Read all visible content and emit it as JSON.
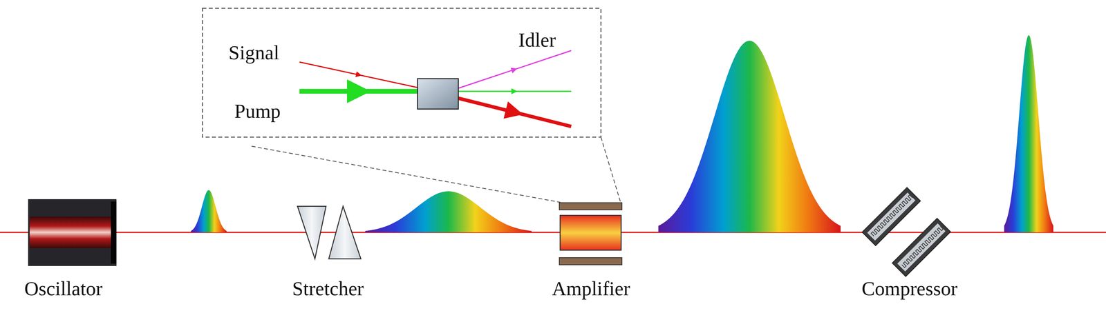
{
  "diagram": {
    "labels": [
      "Signal",
      "Idler",
      "Pump",
      "Oscillator",
      "Stretcher",
      "Amplifier",
      "Compressor"
    ]
  }
}
